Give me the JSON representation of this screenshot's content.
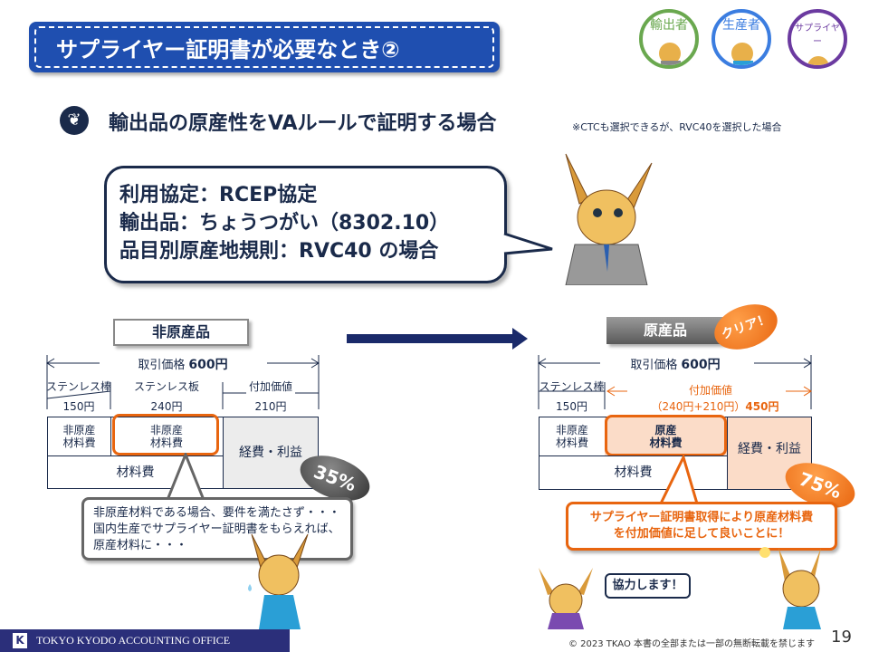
{
  "title": "サプライヤー証明書が必要なとき②",
  "roles": [
    {
      "label": "輸出者",
      "color": "#6aa84f"
    },
    {
      "label": "生産者",
      "color": "#3b7de0"
    },
    {
      "label": "サプライヤー",
      "color": "#6b3aa0"
    }
  ],
  "heading": "輸出品の原産性をVAルールで証明する場合",
  "heading_note": "※CTCも選択できるが、RVC40を選択した場合",
  "bubble_lines": [
    "利用協定：RCEP協定",
    "輸出品：ちょうつがい（8302.10）",
    "品目別原産地規則：RVC40 の場合"
  ],
  "left": {
    "label": "非原産品",
    "price_label": "取引価格",
    "price": "600円",
    "col1_name": "ステンレス棒",
    "col1_value": "150円",
    "col2_name": "ステンレス板",
    "col2_value": "240円",
    "col3_name": "付加価値",
    "col3_value": "210円",
    "cell1": "非原産\n材料費",
    "cell2": "非原産\n材料費",
    "material": "材料費",
    "expense": "経費・利益",
    "percent": "35%",
    "callout_lines": [
      "非原産材料である場合、要件を満たさず・・・",
      "国内生産でサプライヤー証明書をもらえれば、",
      "原産材料に・・・"
    ]
  },
  "right": {
    "label": "原産品",
    "badge": "クリア！",
    "price_label": "取引価格",
    "price": "600円",
    "col1_name": "ステンレス棒",
    "col1_value": "150円",
    "added_name": "付加価値",
    "added_detail": "（240円+210円）",
    "added_value": "450円",
    "cell1": "非原産\n材料費",
    "cell2": "原産\n材料費",
    "material": "材料費",
    "expense": "経費・利益",
    "percent": "75%",
    "callout_lines": [
      "サプライヤー証明書取得により原産材料費",
      "を付加価値に足して良いことに！"
    ]
  },
  "supplier_speech": "協力します！",
  "footer": {
    "company": "TOKYO KYODO ACCOUNTING OFFICE",
    "logo_letter": "K",
    "copyright": "© 2023 TKAO 本書の全部または一部の無断転載を禁じます",
    "page": "19"
  },
  "colors": {
    "navy": "#1a2a4a",
    "blue": "#1f4fb0",
    "orange": "#e8650f",
    "peach": "#fbdcc8",
    "gray": "#ececec"
  }
}
